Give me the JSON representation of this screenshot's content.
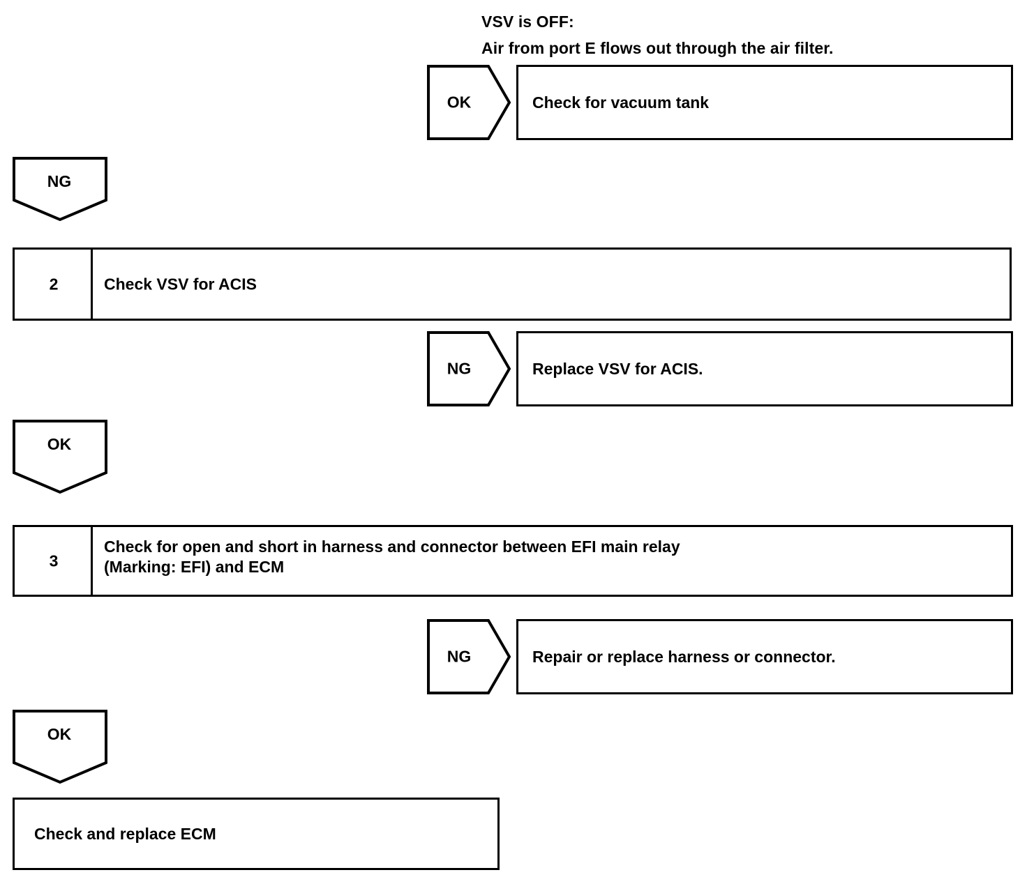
{
  "header_note": {
    "line1": "VSV is OFF:",
    "line2": "Air from port E flows out through the air filter."
  },
  "labels": {
    "ok": "OK",
    "ng": "NG"
  },
  "flow": {
    "row1": {
      "connector": "OK",
      "result": "Check for vacuum tank"
    },
    "connector1": {
      "label": "NG"
    },
    "step2": {
      "number": "2",
      "text": "Check VSV for ACIS"
    },
    "row2": {
      "connector": "NG",
      "result": "Replace VSV for ACIS."
    },
    "connector2": {
      "label": "OK"
    },
    "step3": {
      "number": "3",
      "line1": "Check for open and short in harness and connector between EFI main relay",
      "line2": "(Marking: EFI) and ECM"
    },
    "row3": {
      "connector": "NG",
      "result": "Repair or replace harness or connector."
    },
    "connector3": {
      "label": "OK"
    },
    "final": {
      "text": "Check and replace ECM"
    }
  },
  "style": {
    "line_color": "#000000",
    "background": "#ffffff"
  }
}
